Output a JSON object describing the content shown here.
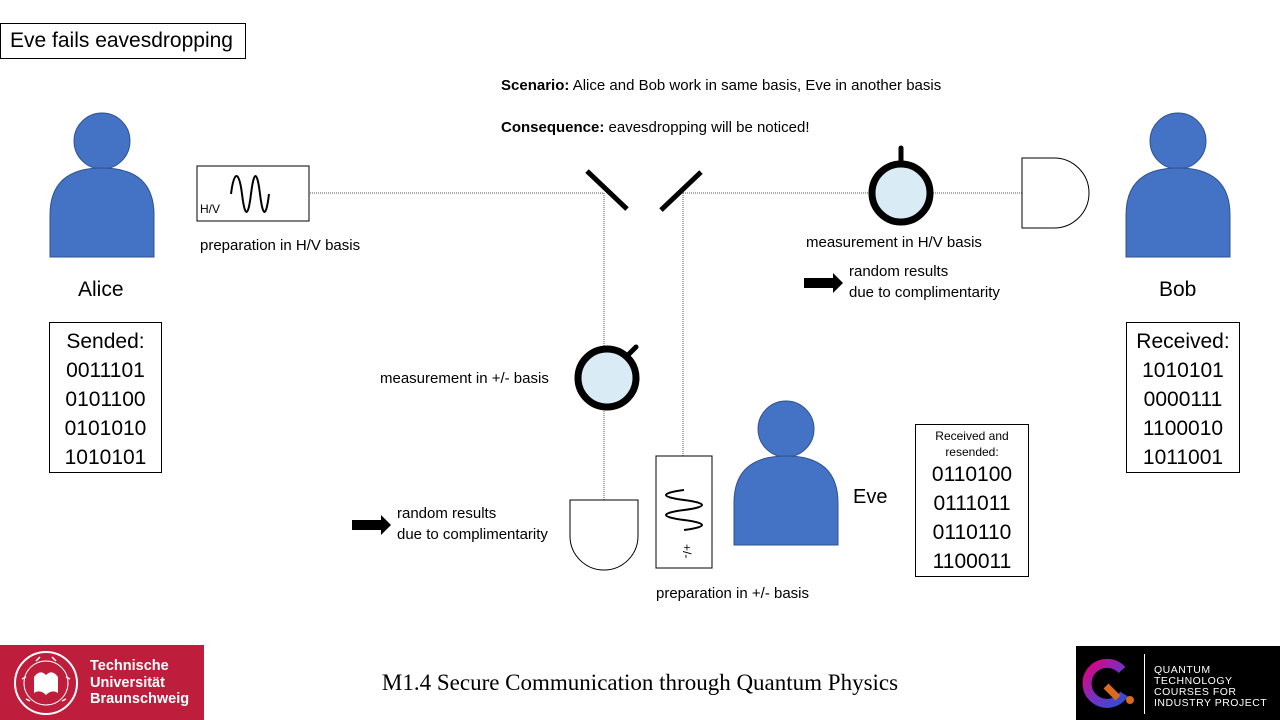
{
  "title": "Eve fails eavesdropping",
  "scenario": {
    "label": "Scenario:",
    "text": "Alice and Bob work in same basis, Eve in another basis"
  },
  "consequence": {
    "label": "Consequence:",
    "text": "eavesdropping will be noticed!"
  },
  "alice": {
    "name": "Alice",
    "box_title": "Sended:",
    "bits": [
      "0011101",
      "0101100",
      "0101010",
      "1010101"
    ]
  },
  "bob": {
    "name": "Bob",
    "box_title": "Received:",
    "bits": [
      "1010101",
      "0000111",
      "1100010",
      "1011001"
    ]
  },
  "eve": {
    "name": "Eve",
    "box_title": "Received and resended:",
    "bits": [
      "0110100",
      "0111011",
      "0110110",
      "1100011"
    ]
  },
  "alice_source": {
    "basis_label": "H/V",
    "caption": "preparation in H/V basis"
  },
  "eve_source": {
    "basis_label": "+/-",
    "caption": "preparation in +/- basis"
  },
  "bob_measurement": {
    "caption": "measurement  in H/V basis",
    "result_line1": "random results",
    "result_line2": "due to complimentarity"
  },
  "eve_measurement": {
    "caption": "measurement  in +/- basis",
    "result_line1": "random results",
    "result_line2": "due to complimentarity"
  },
  "colors": {
    "person": "#4472c4",
    "person_stroke": "#2f528f",
    "lens": "#d9ebf5",
    "tu_red": "#be1e3c"
  },
  "footer": {
    "course_title": "M1.4 Secure Communication through Quantum Physics",
    "tu_logo_text": [
      "Technische",
      "Universität",
      "Braunschweig"
    ],
    "qt_logo_text": [
      "QUANTUM",
      "TECHNOLOGY",
      "COURSES FOR",
      "INDUSTRY PROJECT"
    ]
  }
}
